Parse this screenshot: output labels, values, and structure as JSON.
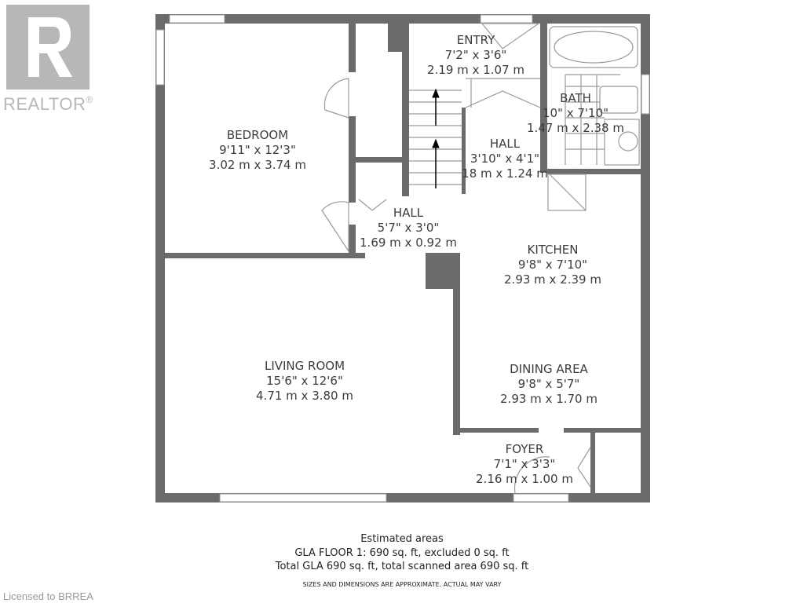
{
  "logo": {
    "brand": "REALTOR",
    "mark": "®"
  },
  "rooms": [
    {
      "id": "entry",
      "name": "ENTRY",
      "imperial": "7'2\" x 3'6\"",
      "metric": "2.19 m x 1.07 m"
    },
    {
      "id": "bath",
      "name": "BATH",
      "imperial": "10\" x 7'10\"",
      "metric": "1.47 m x 2.38 m"
    },
    {
      "id": "bedroom",
      "name": "BEDROOM",
      "imperial": "9'11\" x 12'3\"",
      "metric": "3.02 m x 3.74 m"
    },
    {
      "id": "hall-upper",
      "name": "HALL",
      "imperial": "3'10\" x 4'1\"",
      "metric": "18 m x 1.24 m"
    },
    {
      "id": "hall-lower",
      "name": "HALL",
      "imperial": "5'7\" x 3'0\"",
      "metric": "1.69 m x 0.92 m"
    },
    {
      "id": "kitchen",
      "name": "KITCHEN",
      "imperial": "9'8\" x 7'10\"",
      "metric": "2.93 m x 2.39 m"
    },
    {
      "id": "living",
      "name": "LIVING ROOM",
      "imperial": "15'6\" x 12'6\"",
      "metric": "4.71 m x 3.80 m"
    },
    {
      "id": "dining",
      "name": "DINING AREA",
      "imperial": "9'8\" x 5'7\"",
      "metric": "2.93 m x 1.70 m"
    },
    {
      "id": "foyer",
      "name": "FOYER",
      "imperial": "7'1\" x 3'3\"",
      "metric": "2.16 m x 1.00 m"
    }
  ],
  "footer": {
    "heading": "Estimated areas",
    "floor_line": "GLA FLOOR 1: 690 sq. ft, excluded 0 sq. ft",
    "total_line": "Total GLA 690 sq. ft, total scanned area 690 sq. ft",
    "disclaimer": "SIZES AND DIMENSIONS ARE APPROXIMATE. ACTUAL MAY VARY"
  },
  "license": "Licensed to BRREA",
  "colors": {
    "wall": "#6b6b6b",
    "line": "#9a9a9a",
    "logo": "#b7b7b7"
  }
}
